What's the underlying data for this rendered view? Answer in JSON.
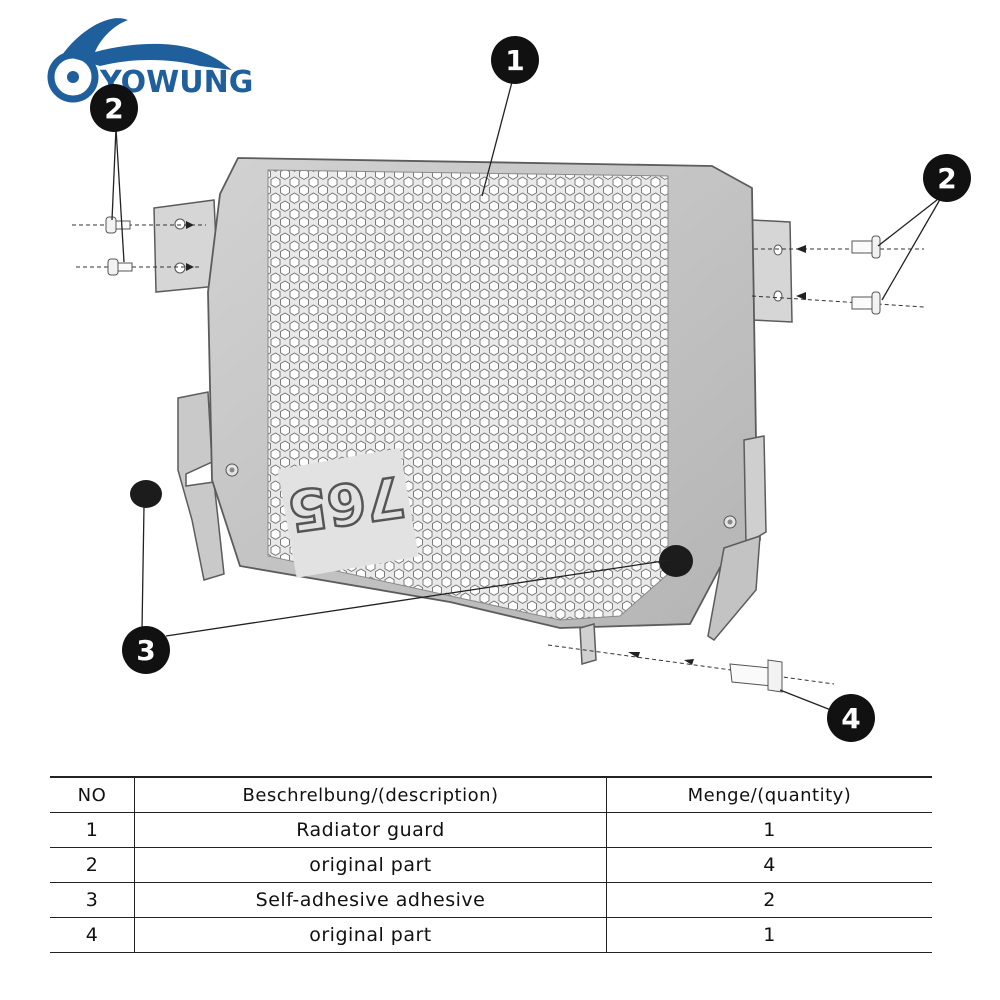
{
  "brand": {
    "name": "YOWUNG"
  },
  "model_mark": "765",
  "callouts": [
    "1",
    "2",
    "2",
    "3",
    "4"
  ],
  "table": {
    "headers": {
      "no": "NO",
      "description": "Beschrelbung/(description)",
      "quantity": "Menge/(quantity)"
    },
    "rows": [
      {
        "no": "1",
        "description": "Radiator guard",
        "quantity": "1"
      },
      {
        "no": "2",
        "description": "original part",
        "quantity": "4"
      },
      {
        "no": "3",
        "description": "Self-adhesive adhesive",
        "quantity": "2"
      },
      {
        "no": "4",
        "description": "original part",
        "quantity": "1"
      }
    ]
  }
}
